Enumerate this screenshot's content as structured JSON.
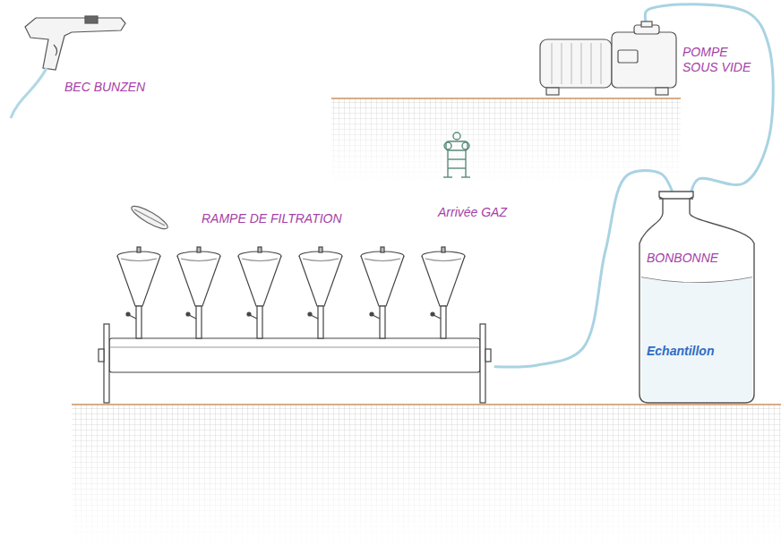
{
  "diagram": {
    "nodes": [
      {
        "text": [
          "POMPE SOUS VIDE"
        ]
      },
      {
        "text": [
          "RAMPE DE FILTRATION"
        ]
      },
      {
        "text": [
          "BONBONNE",
          "Echantillon"
        ]
      }
    ],
    "edges": [
      {
        "from": 1,
        "to": 2,
        "arrow": "none"
      },
      {
        "from": 2,
        "to": 0,
        "arrow": "none"
      }
    ],
    "labels": [
      "BEC BUNZEN",
      "Arrivée GAZ"
    ]
  }
}
